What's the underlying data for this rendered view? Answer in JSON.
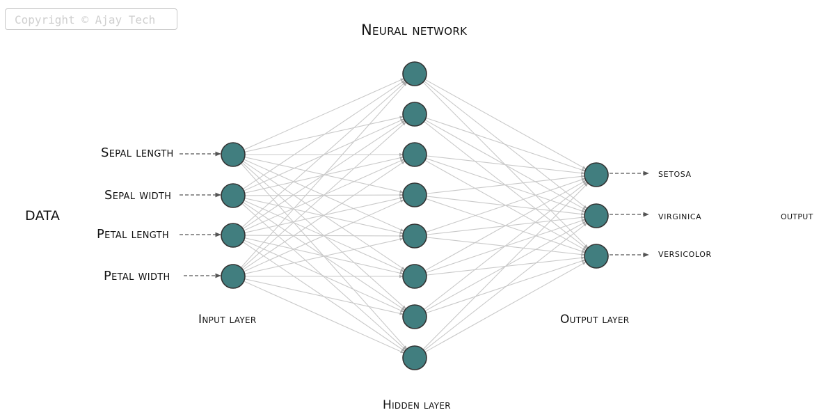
{
  "copyright": "Copyright © Ajay Tech",
  "title": "Neural network",
  "data_label": "DATA",
  "output_label": "output",
  "inputs": [
    "Sepal length",
    "Sepal width",
    "Petal length",
    "Petal width"
  ],
  "outputs": [
    "setosa",
    "virginica",
    "versicolor"
  ],
  "layers": {
    "input": "Input layer",
    "hidden": "Hidden layer",
    "output": "Output layer"
  },
  "hidden_node_count": 8,
  "colors": {
    "node_fill": "#417e7f",
    "node_stroke": "#333333",
    "edge": "#c9c9c9",
    "arrow": "#555555"
  }
}
